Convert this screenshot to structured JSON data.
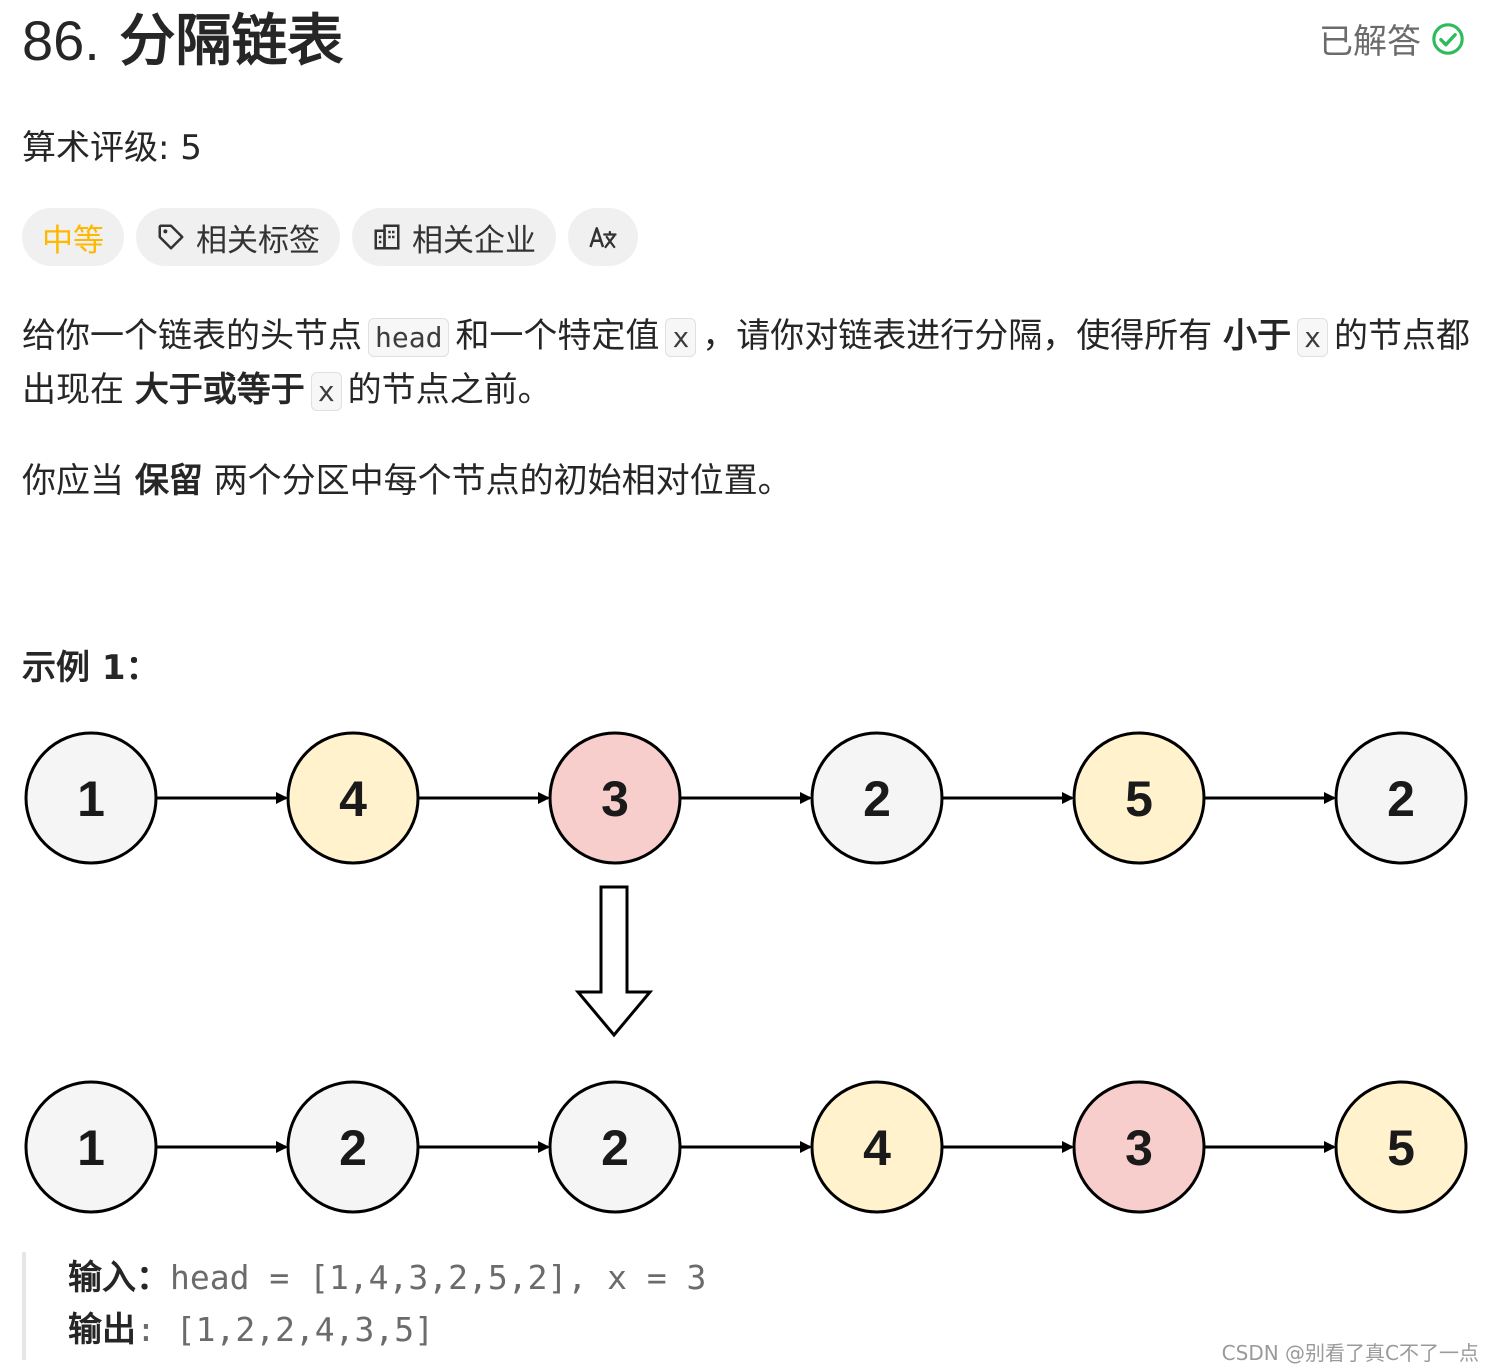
{
  "problem": {
    "number": "86.",
    "title": "分隔链表",
    "status": "已解答",
    "rating": "算术评级: 5"
  },
  "tags": {
    "difficulty": "中等",
    "related_tags": "相关标签",
    "related_companies": "相关企业",
    "translate": "A文"
  },
  "description": {
    "p1_a": "给你一个链表的头节点",
    "p1_code1": "head",
    "p1_b": "和一个特定值",
    "p1_code2": "x",
    "p1_c": "，请你对链表进行分隔，使得所有",
    "p1_bold1": "小于",
    "p1_code3": "x",
    "p1_d": "的节点都出现在",
    "p1_bold2": "大于或等于",
    "p1_code4": "x",
    "p1_e": "的节点之前。",
    "p2_a": "你应当",
    "p2_bold": "保留",
    "p2_b": "两个分区中每个节点的初始相对位置。"
  },
  "example": {
    "title": "示例 1：",
    "input_label": "输入：",
    "input_value": "head = [1,4,3,2,5,2], x = 3",
    "output_label": "输出",
    "output_value": ": [1,2,2,4,3,5]"
  },
  "diagram": {
    "before": [
      "1",
      "4",
      "3",
      "2",
      "5",
      "2"
    ],
    "before_colors": [
      "#f5f5f5",
      "#fff2cc",
      "#f8cecc",
      "#f5f5f5",
      "#fff2cc",
      "#f5f5f5"
    ],
    "after": [
      "1",
      "2",
      "2",
      "4",
      "3",
      "5"
    ],
    "after_colors": [
      "#f5f5f5",
      "#f5f5f5",
      "#f5f5f5",
      "#fff2cc",
      "#f8cecc",
      "#fff2cc"
    ]
  },
  "watermark": "CSDN @别看了真C不了一点",
  "colors": {
    "difficulty": "#ffb800",
    "solved_check": "#2cbb5d"
  }
}
